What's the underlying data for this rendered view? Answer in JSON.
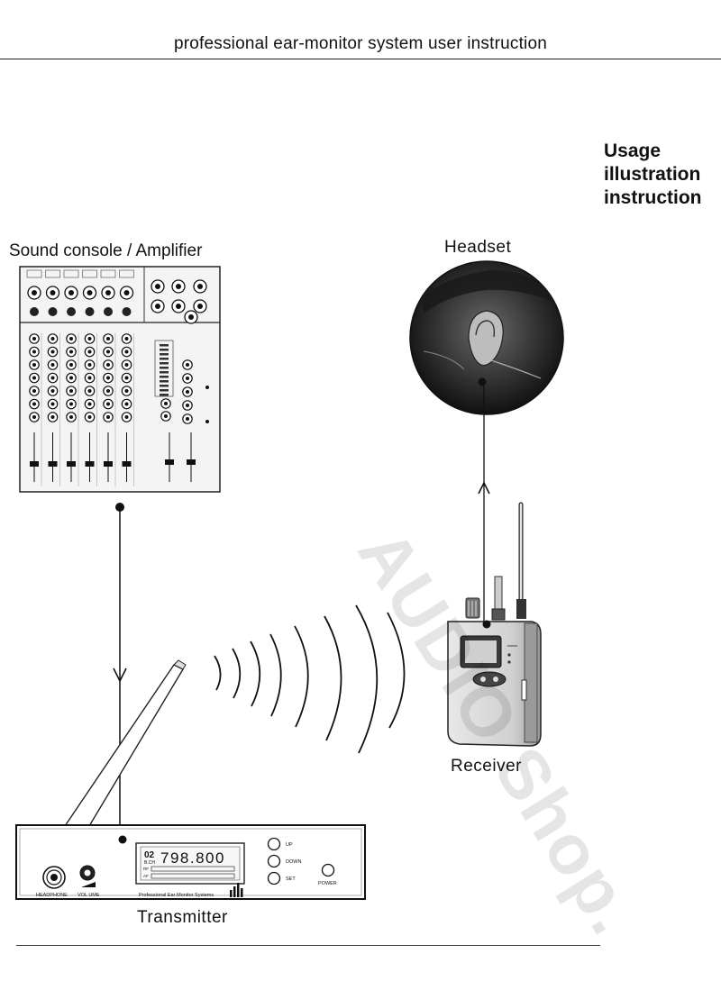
{
  "header": {
    "title": "professional ear-monitor system user instruction"
  },
  "section": {
    "heading_lines": [
      "Usage",
      "illustration",
      "instruction"
    ]
  },
  "labels": {
    "console": "Sound console / Amplifier",
    "headset": "Headset",
    "receiver": "Receiver",
    "transmitter": "Transmitter"
  },
  "transmitter_panel": {
    "headphone": "HEADPHONE",
    "volume": "VOL UME",
    "up": "UP",
    "down": "DOWN",
    "set": "SET",
    "power": "POWER",
    "brand": "Professional Ear-Monitor Systems",
    "display_main": "798.800",
    "display_ch": "B.CH",
    "display_group": "02",
    "display_rf": "RF",
    "display_af": "AF"
  },
  "watermark": {
    "text": "AUDIO Shop."
  }
}
